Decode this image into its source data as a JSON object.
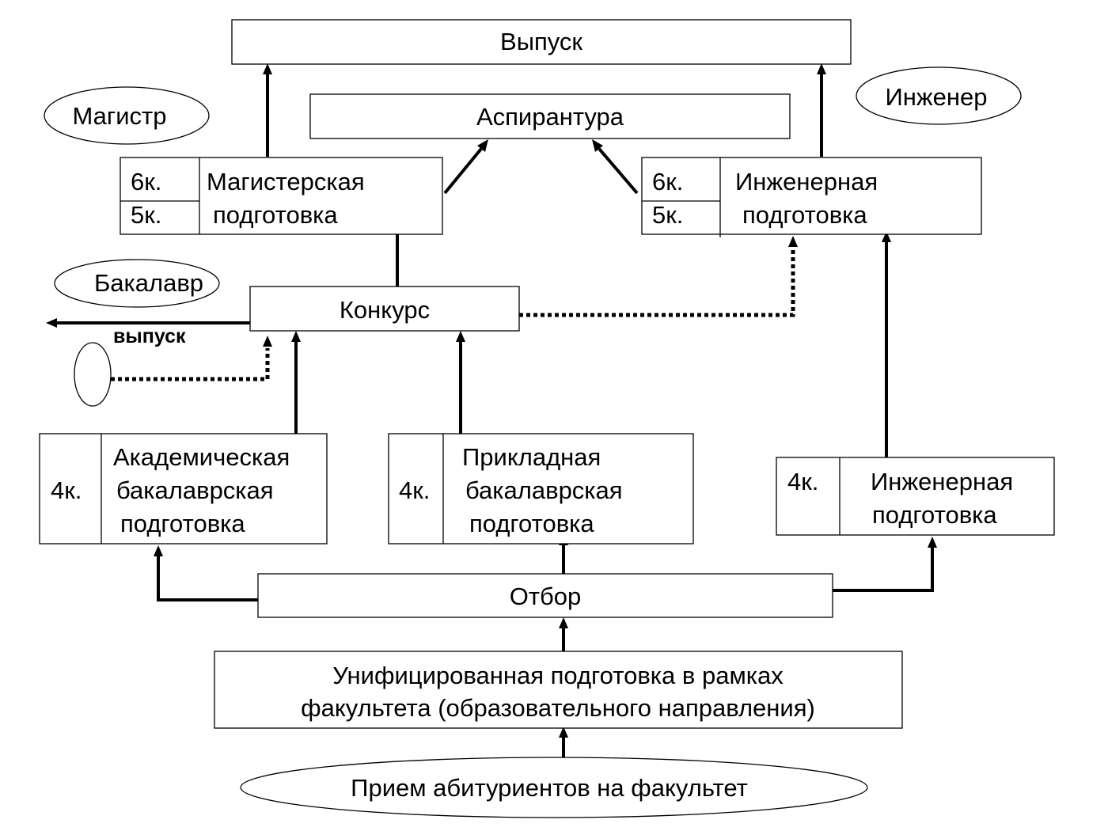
{
  "top": {
    "output": "Выпуск",
    "postgrad": "Аспирантура"
  },
  "ovals": {
    "master": "Магистр",
    "engineer": "Инженер",
    "bachelor": "Бакалавр"
  },
  "master_prep": {
    "y6": "6к.",
    "y5": "5к.",
    "line1": "Магистерская",
    "line2": "подготовка"
  },
  "eng_prep_upper": {
    "y6": "6к.",
    "y5": "5к.",
    "line1": "Инженерная",
    "line2": "подготовка"
  },
  "contest": "Конкурс",
  "release_label": "выпуск",
  "academic": {
    "year": "4к.",
    "line1": "Академическая",
    "line2": "бакалаврская",
    "line3": "подготовка"
  },
  "applied": {
    "year": "4к.",
    "line1": "Прикладная",
    "line2": "бакалаврская",
    "line3": "подготовка"
  },
  "eng_prep_lower": {
    "year": "4к.",
    "line1": "Инженерная",
    "line2": "подготовка"
  },
  "selection": "Отбор",
  "unified": {
    "line1": "Унифицированная подготовка в рамках",
    "line2": "факультета (образовательного направления)"
  },
  "admission": "Прием абитуриентов на факультет"
}
